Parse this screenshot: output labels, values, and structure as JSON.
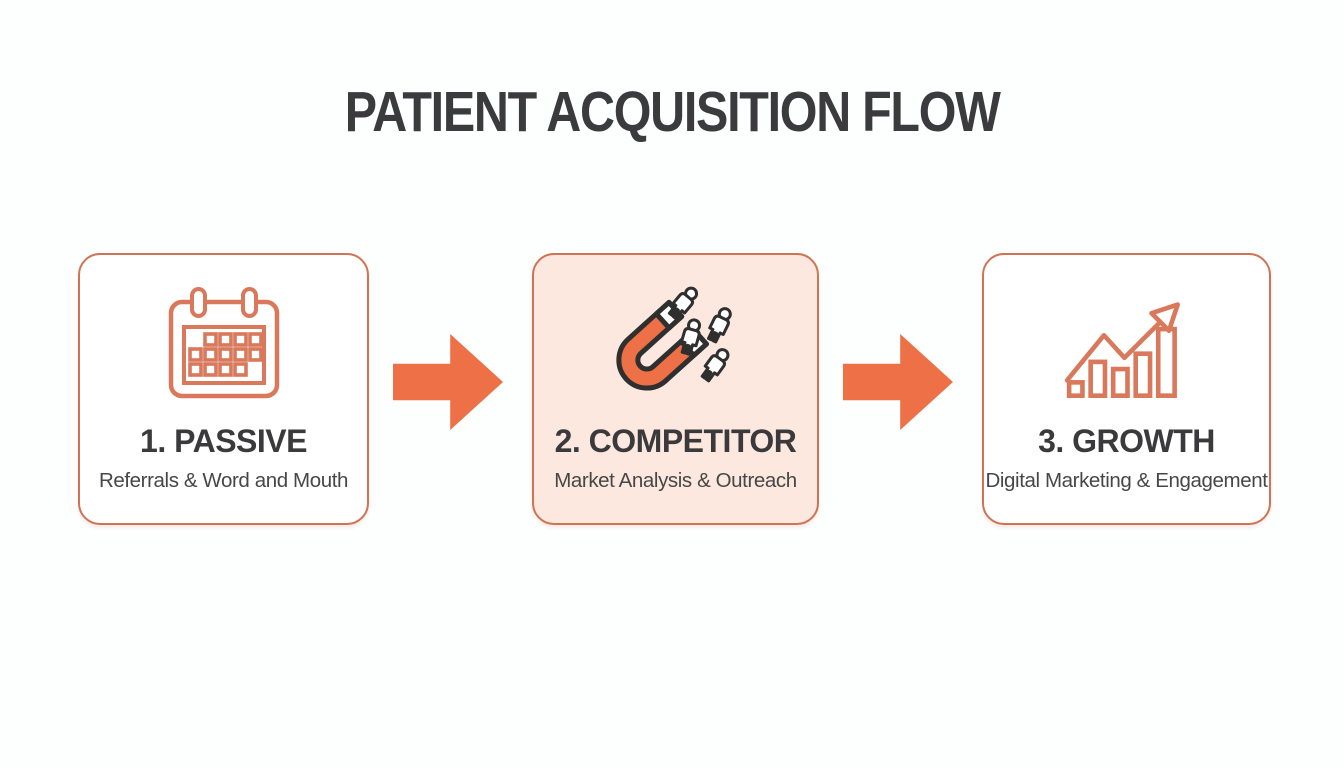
{
  "title": "PATIENT ACQUISITION FLOW",
  "steps": [
    {
      "heading": "1. PASSIVE",
      "subtitle": "Referrals & Word and Mouth",
      "icon": "calendar-icon",
      "highlighted": false
    },
    {
      "heading": "2. COMPETITOR",
      "subtitle": "Market Analysis & Outreach",
      "icon": "magnet-icon",
      "highlighted": true
    },
    {
      "heading": "3. GROWTH",
      "subtitle": "Digital Marketing & Engagement",
      "icon": "growth-chart-icon",
      "highlighted": false
    }
  ],
  "connectors": [
    {
      "icon": "arrow-right-icon"
    },
    {
      "icon": "arrow-right-icon"
    }
  ],
  "colors": {
    "accent_orange": "#ed7047",
    "icon_line_orange": "#d9785a",
    "card_border": "#cf7354",
    "highlight_card_bg": "#fce8de",
    "heading_text": "#3a3a3c",
    "subtitle_text": "#474747",
    "dark_icon_outline": "#2f2f2f",
    "background": "#fdfefe"
  }
}
